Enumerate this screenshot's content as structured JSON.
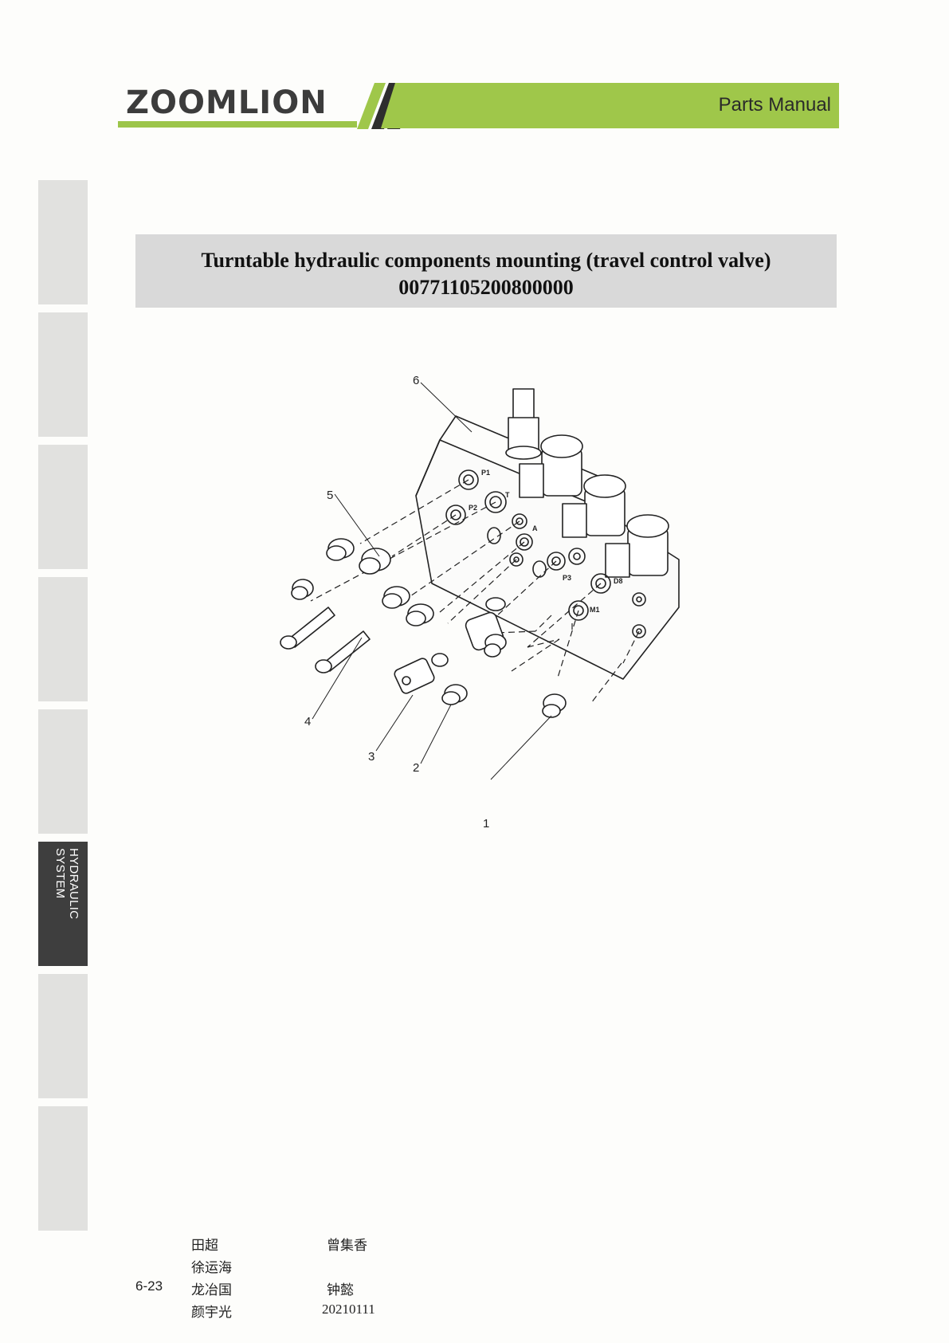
{
  "header": {
    "logo_text": "ZOOMLION",
    "title": "Parts Manual",
    "colors": {
      "accent": "#9fc74a",
      "logo": "#3c3c3c",
      "slash_dark": "#2e2e2e"
    }
  },
  "side_tabs": [
    {
      "label": ""
    },
    {
      "label": ""
    },
    {
      "label": ""
    },
    {
      "label": ""
    },
    {
      "label": ""
    },
    {
      "label": "HYDRAULIC SYSTEM",
      "active": true
    },
    {
      "label": ""
    },
    {
      "label": ""
    }
  ],
  "title": {
    "line1": "Turntable hydraulic components mounting (travel control valve)",
    "line2": "00771105200800000"
  },
  "diagram": {
    "callouts": [
      "1",
      "2",
      "3",
      "4",
      "5",
      "6"
    ],
    "port_labels": [
      "P1",
      "P2",
      "T",
      "A",
      "P3",
      "D8",
      "M1"
    ]
  },
  "footer": {
    "page_number": "6-23",
    "signatures": {
      "c1r1": "田超",
      "c2r1": "曾集香",
      "c1r2": "徐运海",
      "c1r3": "龙冶国",
      "c2r3": "钟懿",
      "c1r4": "颜宇光",
      "c2r4": "20210111"
    }
  }
}
